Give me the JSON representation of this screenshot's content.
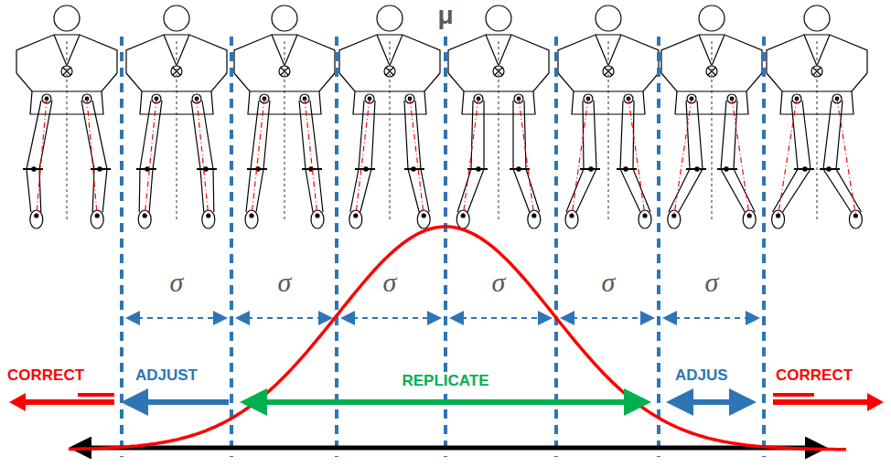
{
  "diagram": {
    "labels": [
      "μ",
      "σ",
      "σ",
      "σ",
      "σ",
      "σ",
      "σ",
      "CORRECT",
      "ADJUST",
      "REPLICATE",
      "ADJUS",
      "CORRECT"
    ]
  }
}
